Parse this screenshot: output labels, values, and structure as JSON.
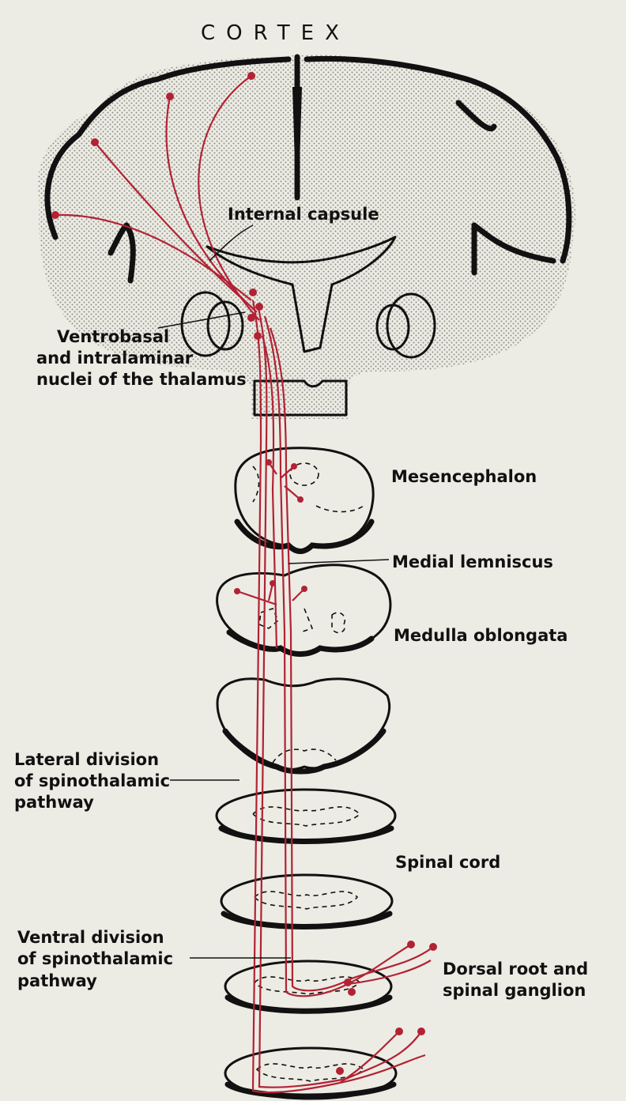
{
  "title": "CORTEX",
  "labels": {
    "internal_capsule": "Internal capsule",
    "thalamus_1": "Ventrobasal",
    "thalamus_2": "and intralaminar",
    "thalamus_3": "nuclei of the thalamus",
    "mesencephalon": "Mesencephalon",
    "medial_lemniscus": "Medial lemniscus",
    "medulla": "Medulla oblongata",
    "lateral_1": "Lateral division",
    "lateral_2": "of spinothalamic",
    "lateral_3": "pathway",
    "spinal_cord": "Spinal cord",
    "ventral_1": "Ventral division",
    "ventral_2": "of spinothalamic",
    "ventral_3": "pathway",
    "dorsal_1": "Dorsal root and",
    "dorsal_2": "spinal ganglion"
  },
  "colors": {
    "background": "#ecece4",
    "pathway": "#b22234",
    "outline": "#111111",
    "stipple": "#9a9a92"
  }
}
